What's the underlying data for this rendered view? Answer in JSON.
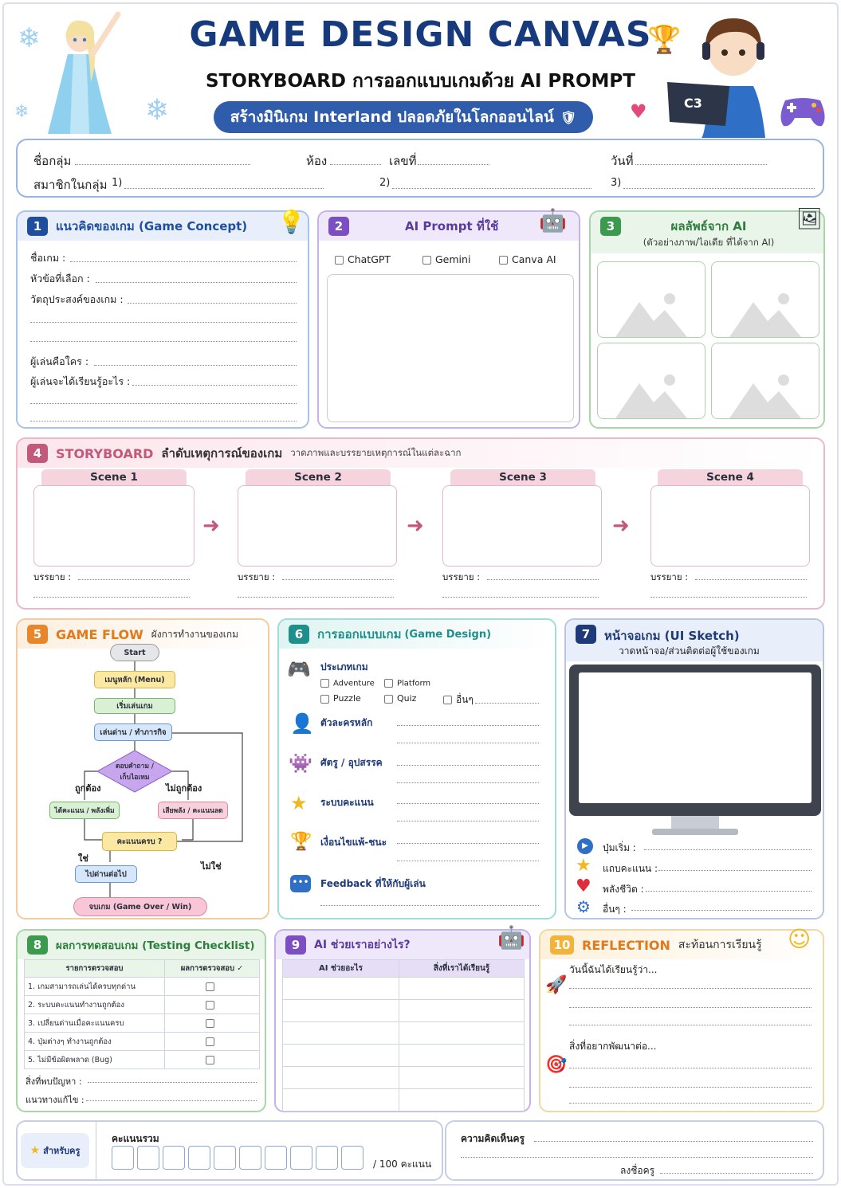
{
  "header": {
    "title": "GAME DESIGN CANVAS",
    "subtitle": "STORYBOARD การออกแบบเกมด้วย AI PROMPT",
    "banner": "สร้างมินิเกม Interland ปลอดภัยในโลกออนไลน์",
    "laptop_text": "C3"
  },
  "info": {
    "group": "ชื่อกลุ่ม",
    "room": "ห้อง",
    "number": "เลขที่",
    "date": "วันที่",
    "members": "สมาชิกในกลุ่ม",
    "m1": "1)",
    "m2": "2)",
    "m3": "3)"
  },
  "s1": {
    "num": "1",
    "title": "แนวคิดของเกม (Game Concept)",
    "f1": "ชื่อเกม :",
    "f2": "หัวข้อที่เลือก :",
    "f3": "วัตถุประสงค์ของเกม :",
    "f4": "ผู้เล่นคือใคร :",
    "f5": "ผู้เล่นจะได้เรียนรู้อะไร :"
  },
  "s2": {
    "num": "2",
    "title": "AI Prompt ที่ใช้",
    "o1": "ChatGPT",
    "o2": "Gemini",
    "o3": "Canva AI"
  },
  "s3": {
    "num": "3",
    "title": "ผลลัพธ์จาก AI",
    "sub": "(ตัวอย่างภาพ/ไอเดีย ที่ได้จาก AI)"
  },
  "s4": {
    "num": "4",
    "title_en": "STORYBOARD",
    "title_th": "ลำดับเหตุการณ์ของเกม",
    "desc": "วาดภาพและบรรยายเหตุการณ์ในแต่ละฉาก",
    "scenes": [
      "Scene 1",
      "Scene 2",
      "Scene 3",
      "Scene 4"
    ],
    "describe": "บรรยาย :"
  },
  "s5": {
    "num": "5",
    "title_en": "GAME FLOW",
    "title_th": "ผังการทำงานของเกม",
    "start": "Start",
    "menu": "เมนูหลัก (Menu)",
    "play": "เริ่มเล่นเกม",
    "level": "เล่นด่าน / ทำภารกิจ",
    "question": "ตอบคำถาม / เก็บไอเทม",
    "correct": "ถูกต้อง",
    "wrong": "ไม่ถูกต้อง",
    "gain": "ได้คะแนน / พลังเพิ่ม",
    "lose": "เสียพลัง / คะแนนลด",
    "enough": "คะแนนครบ ?",
    "yes": "ใช่",
    "no": "ไม่ใช่",
    "next": "ไปด่านต่อไป",
    "end": "จบเกม (Game Over / Win)"
  },
  "s6": {
    "num": "6",
    "title_th": "การออกแบบเกม",
    "title_en": "(Game Design)",
    "type": "ประเภทเกม",
    "t1": "Adventure",
    "t2": "Platform",
    "t3": "Puzzle",
    "t4": "Quiz",
    "t5": "อื่นๆ",
    "char": "ตัวละครหลัก",
    "enemy": "ศัตรู / อุปสรรค",
    "score": "ระบบคะแนน",
    "win": "เงื่อนไขแพ้-ชนะ",
    "feedback": "Feedback ที่ให้กับผู้เล่น"
  },
  "s7": {
    "num": "7",
    "title": "หน้าจอเกม (UI Sketch)",
    "sub": "วาดหน้าจอ/ส่วนติดต่อผู้ใช้ของเกม",
    "b1": "ปุ่มเริ่ม :",
    "b2": "แถบคะแนน :",
    "b3": "พลังชีวิต :",
    "b4": "อื่นๆ :"
  },
  "s8": {
    "num": "8",
    "title": "ผลการทดสอบเกม (Testing Checklist)",
    "col1": "รายการตรวจสอบ",
    "col2": "ผลการตรวจสอบ ✓",
    "rows": [
      "1. เกมสามารถเล่นได้ครบทุกด่าน",
      "2. ระบบคะแนนทำงานถูกต้อง",
      "3. เปลี่ยนด่านเมื่อคะแนนครบ",
      "4. ปุ่มต่างๆ ทำงานถูกต้อง",
      "5. ไม่มีข้อผิดพลาด (Bug)"
    ],
    "problem": "สิ่งที่พบปัญหา :",
    "fix": "แนวทางแก้ไข :"
  },
  "s9": {
    "num": "9",
    "title": "AI ช่วยเราอย่างไร?",
    "col1": "AI ช่วยอะไร",
    "col2": "สิ่งที่เราได้เรียนรู้"
  },
  "s10": {
    "num": "10",
    "title_en": "REFLECTION",
    "title_th": "สะท้อนการเรียนรู้",
    "q1": "วันนี้ฉันได้เรียนรู้ว่า...",
    "q2": "สิ่งที่อยากพัฒนาต่อ..."
  },
  "footer": {
    "teacher": "สำหรับครู",
    "total": "คะแนนรวม",
    "max": "/ 100 คะแนน",
    "comment": "ความคิดเห็นครู",
    "sign": "ลงชื่อครู"
  },
  "colors": {
    "blue": "#1f4f9c",
    "purple": "#7b4fc2",
    "green": "#3c9a4e",
    "pink": "#c2587a",
    "orange": "#e8862b",
    "teal": "#1e8f8a",
    "navy": "#1e3a78"
  }
}
